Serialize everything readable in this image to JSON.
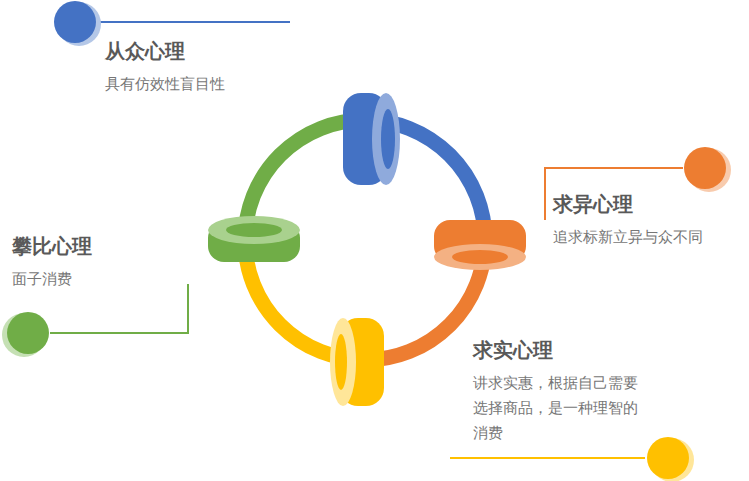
{
  "diagram": {
    "nodes": [
      {
        "text": [
          "从众心理",
          "具有仿效性盲目性"
        ]
      },
      {
        "text": [
          "求异心理",
          "追求标新立异与众不同"
        ]
      },
      {
        "text": [
          "攀比心理",
          "面子消费"
        ]
      },
      {
        "text": [
          "求实心理",
          "讲求实惠，根据自己需要选择商品，是一种理智的消费"
        ]
      }
    ]
  }
}
